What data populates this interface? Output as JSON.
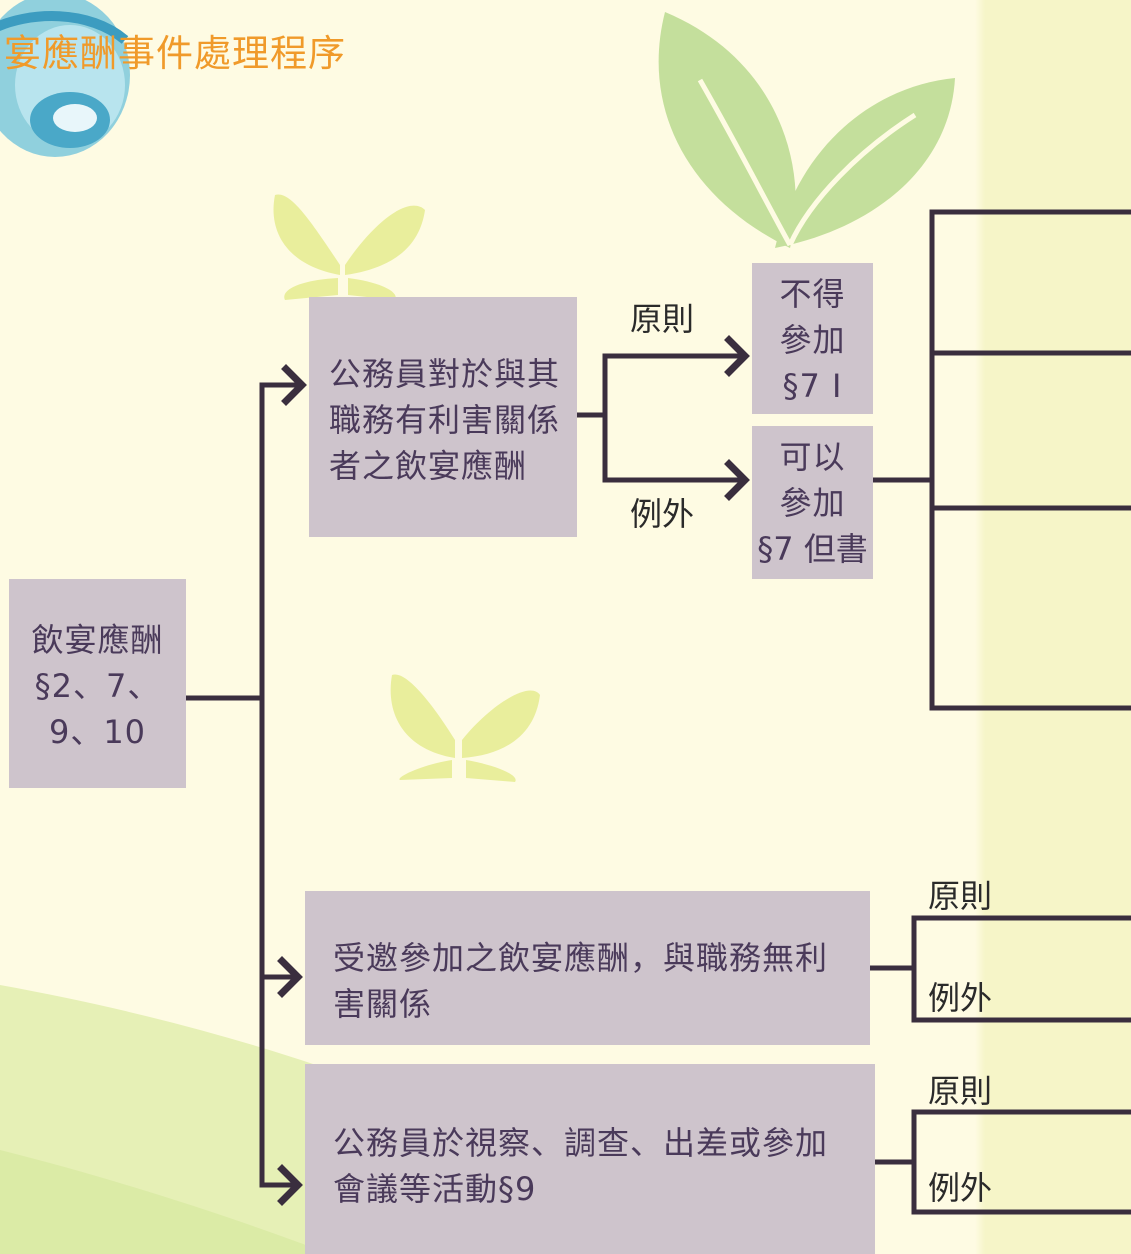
{
  "title": "宴應酬事件處理程序",
  "root": {
    "line1": "飲宴應酬",
    "line2": "§2、7、",
    "line3": "9、10"
  },
  "branch1": {
    "text": "公務員對於與其\n職務有利害關係\n者之飲宴應酬",
    "principle_label": "原則",
    "exception_label": "例外",
    "principle_result": {
      "line1": "不得",
      "line2": "參加",
      "line3": "§7 I"
    },
    "exception_result": {
      "line1": "可以",
      "line2": "參加",
      "line3": "§7 但書"
    }
  },
  "branch2": {
    "text": "受邀參加之飲宴應酬，與職務無利\n害關係",
    "principle_label": "原則",
    "exception_label": "例外"
  },
  "branch3": {
    "text": "公務員於視察、調查、出差或參加\n會議等活動§9",
    "principle_label": "原則",
    "exception_label": "例外"
  },
  "colors": {
    "box_fill": "#cec4cc",
    "box_text": "#4a3a5a",
    "connector": "#3a2e3e",
    "title": "#f09a2a",
    "leaf_green": "#c4df9c",
    "butterfly": "#e9ee9c"
  }
}
